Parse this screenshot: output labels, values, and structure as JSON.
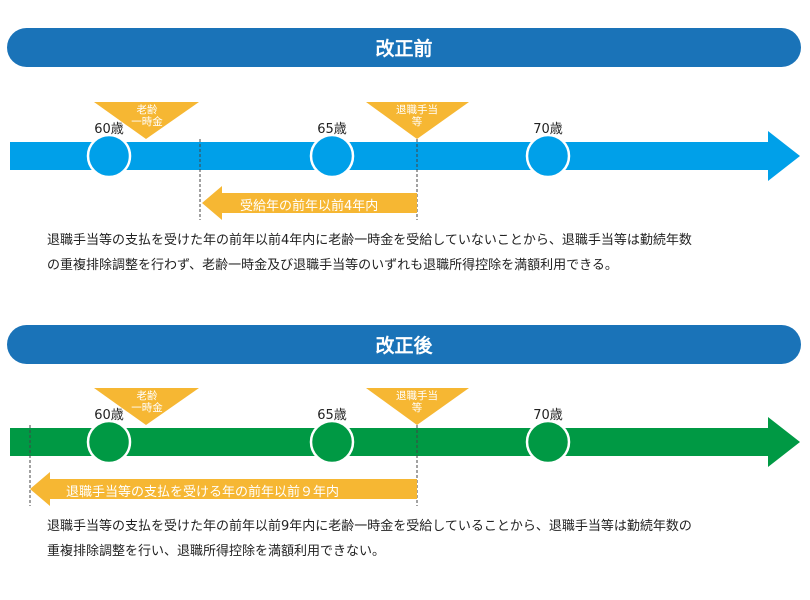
{
  "before": {
    "title": "改正前",
    "ages": [
      "60歳",
      "65歳",
      "70歳"
    ],
    "lump_sum_label": [
      "老齢",
      "一時金"
    ],
    "retirement_label": [
      "退職手当",
      "等"
    ],
    "arrow_label": "受給年の前年以前4年内",
    "description": [
      "退職手当等の支払を受けた年の前年以前4年内に老齢一時金を受給していないことから、退職手当等は勤続年数",
      "の重複排除調整を行わず、老齢一時金及び退職手当等のいずれも退職所得控除を満額利用できる。"
    ],
    "colors": {
      "line": "#00a0e9",
      "highlight": "#f6b733"
    }
  },
  "after": {
    "title": "改正後",
    "ages": [
      "60歳",
      "65歳",
      "70歳"
    ],
    "lump_sum_label": [
      "老齢",
      "一時金"
    ],
    "retirement_label": [
      "退職手当",
      "等"
    ],
    "arrow_label": "退職手当等の支払を受ける年の前年以前９年内",
    "description": [
      "退職手当等の支払を受けた年の前年以前9年内に老齢一時金を受給していることから、退職手当等は勤続年数の",
      "重複排除調整を行い、退職所得控除を満額利用できない。"
    ],
    "colors": {
      "line": "#009944",
      "highlight": "#f6b733"
    }
  },
  "header_color": "#1a73b8"
}
